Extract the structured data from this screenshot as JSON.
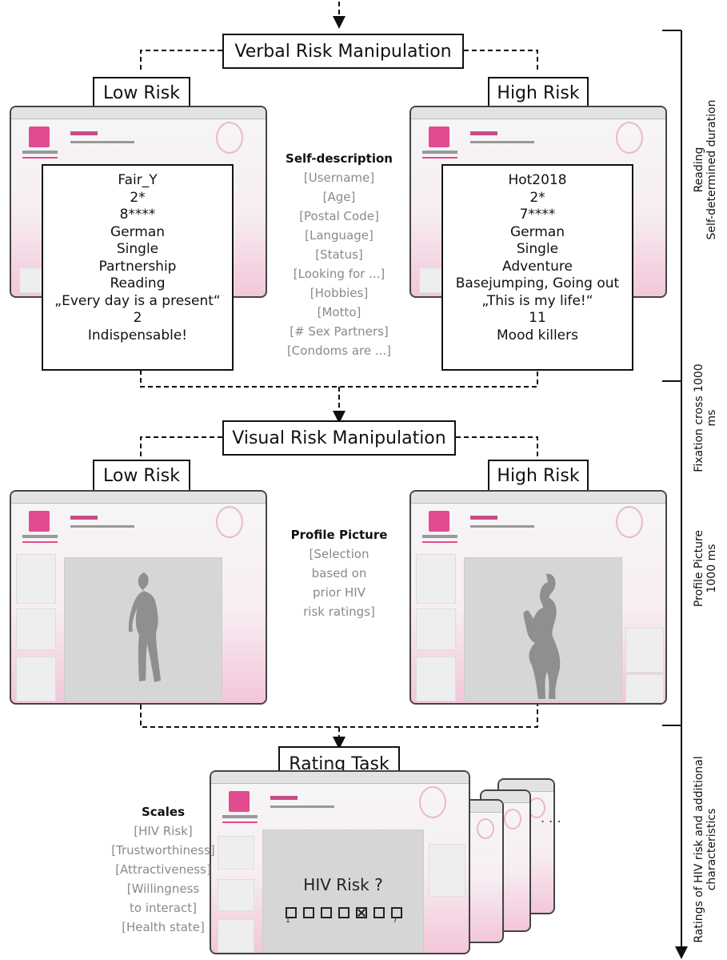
{
  "verbal": {
    "title": "Verbal Risk Manipulation",
    "low_label": "Low Risk",
    "high_label": "High Risk",
    "low_card": [
      "Fair_Y",
      "2*",
      "8****",
      "German",
      "Single",
      "Partnership",
      "Reading",
      "„Every day is a present“",
      "2",
      "Indispensable!"
    ],
    "high_card": [
      "Hot2018",
      "2*",
      "7****",
      "German",
      "Single",
      "Adventure",
      "Basejumping, Going out",
      "„This is my life!“",
      "11",
      "Mood killers"
    ],
    "self_description_heading": "Self-description",
    "self_description_items": [
      "[Username]",
      "[Age]",
      "[Postal Code]",
      "[Language]",
      "[Status]",
      "[Looking for ...]",
      "[Hobbies]",
      "[Motto]",
      "[# Sex Partners]",
      "[Condoms are ...]"
    ]
  },
  "visual": {
    "title": "Visual Risk Manipulation",
    "low_label": "Low Risk",
    "high_label": "High Risk",
    "profile_heading": "Profile Picture",
    "profile_items": [
      "[Selection",
      "based on",
      "prior HIV",
      "risk ratings]"
    ]
  },
  "rating": {
    "title": "Rating Task",
    "question": "HIV Risk ?",
    "scale_min": "1",
    "scale_max": "7",
    "selected_point": 5,
    "scales_heading": "Scales",
    "scales_items": [
      "[HIV Risk]",
      "[Trustworthiness]",
      "[Attractiveness]",
      "[Willingness",
      "to interact]",
      "[Health state]"
    ],
    "ellipsis": ". . ."
  },
  "timeline": {
    "reading": [
      "Reading",
      "Self-determined duration"
    ],
    "fixation": [
      "Fixation cross 1000",
      "ms"
    ],
    "profile": [
      "Profile Picture",
      "1000 ms"
    ],
    "ratings": [
      "Ratings of HIV risk and additional",
      "characteristics"
    ]
  }
}
